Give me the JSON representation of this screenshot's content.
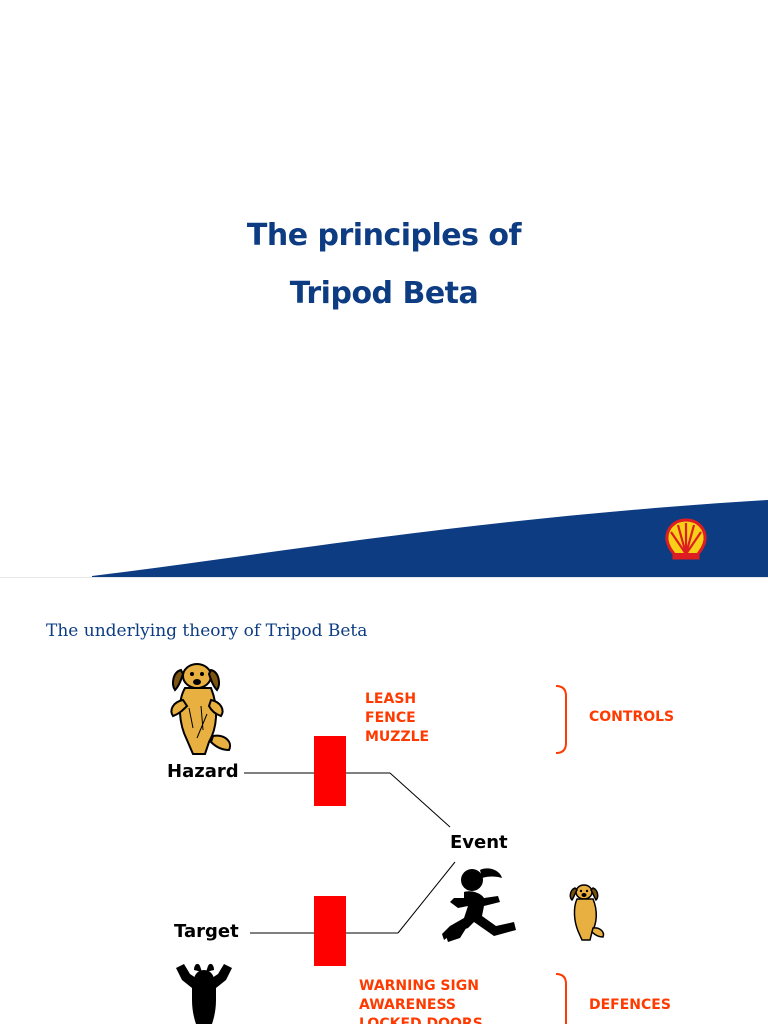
{
  "slide1": {
    "title_line1": "The principles of",
    "title_line2": "Tripod Beta",
    "colors": {
      "title": "#0d3c83",
      "swoosh": "#0d3c83",
      "logo_yellow": "#f7d117",
      "logo_red": "#dd1d21"
    },
    "icons": [
      "shell-logo"
    ]
  },
  "slide2": {
    "title": "The underlying theory of Tripod Beta",
    "diagram": {
      "hazard_label": "Hazard",
      "target_label": "Target",
      "event_label": "Event",
      "controls": {
        "items": [
          "LEASH",
          "FENCE",
          "MUZZLE"
        ],
        "group_label": "CONTROLS"
      },
      "defences": {
        "items": [
          "WARNING SIGN",
          "AWARENESS",
          "LOCKED DOORS"
        ],
        "group_label": "DEFENCES"
      },
      "colors": {
        "barrier": "#ff0000",
        "barrier_text": "#ff3a00",
        "title": "#0d3c83",
        "dog": "#e8b040"
      },
      "icons": [
        "dog-clipart",
        "running-child-clipart",
        "small-dog-clipart",
        "child-silhouette-clipart"
      ]
    }
  }
}
